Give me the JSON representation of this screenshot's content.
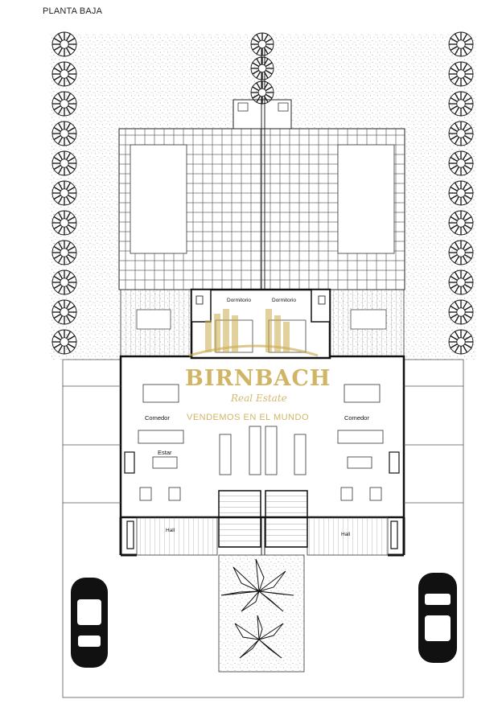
{
  "title": "PLANTA BAJA",
  "rooms": {
    "dormitorio_left": "Dormitorio",
    "dormitorio_right": "Dormitorio",
    "comedor_left": "Comedor",
    "comedor_right": "Comedor",
    "estar": "Estar",
    "hall_left": "Hall",
    "hall_right": "Hall"
  },
  "watermark": {
    "brand": "BIRNBACH",
    "sub": "Real Estate",
    "tagline": "VENDEMOS EN EL MUNDO"
  },
  "colors": {
    "watermark": "#c9a84a",
    "lines": "#111111",
    "grass_dots": "#9a9a9a"
  }
}
